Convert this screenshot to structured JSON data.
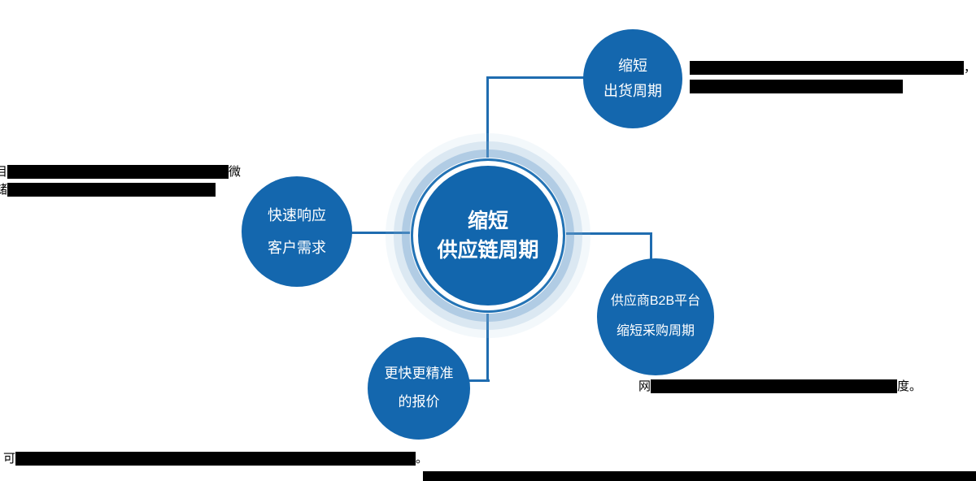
{
  "diagram": {
    "center": {
      "line1": "缩短",
      "line2": "供应链周期"
    },
    "nodes": [
      {
        "id": "top",
        "line1": "缩短",
        "line2": "出货周期"
      },
      {
        "id": "left",
        "line1": "快速响应",
        "line2": "客户需求"
      },
      {
        "id": "right",
        "line1": "供应商B2B平台",
        "line2": "缩短采购周期"
      },
      {
        "id": "bottom",
        "line1": "更快更精准",
        "line2": "的报价"
      }
    ],
    "colors": {
      "circle_blue": "#1467ae",
      "line_blue": "#1f6cb0",
      "halo_light": "#a0c3e2"
    }
  },
  "annotations": {
    "top_right": {
      "row1_tail": "，",
      "row2_tail": ""
    },
    "left": {
      "row1_head": "目",
      "row1_tail": "微",
      "row2_head": "储",
      "row2_tail": ""
    },
    "bottom_right": {
      "head": "网",
      "tail": "度。"
    },
    "bottom_left": {
      "head": "可",
      "tail": "。"
    }
  }
}
